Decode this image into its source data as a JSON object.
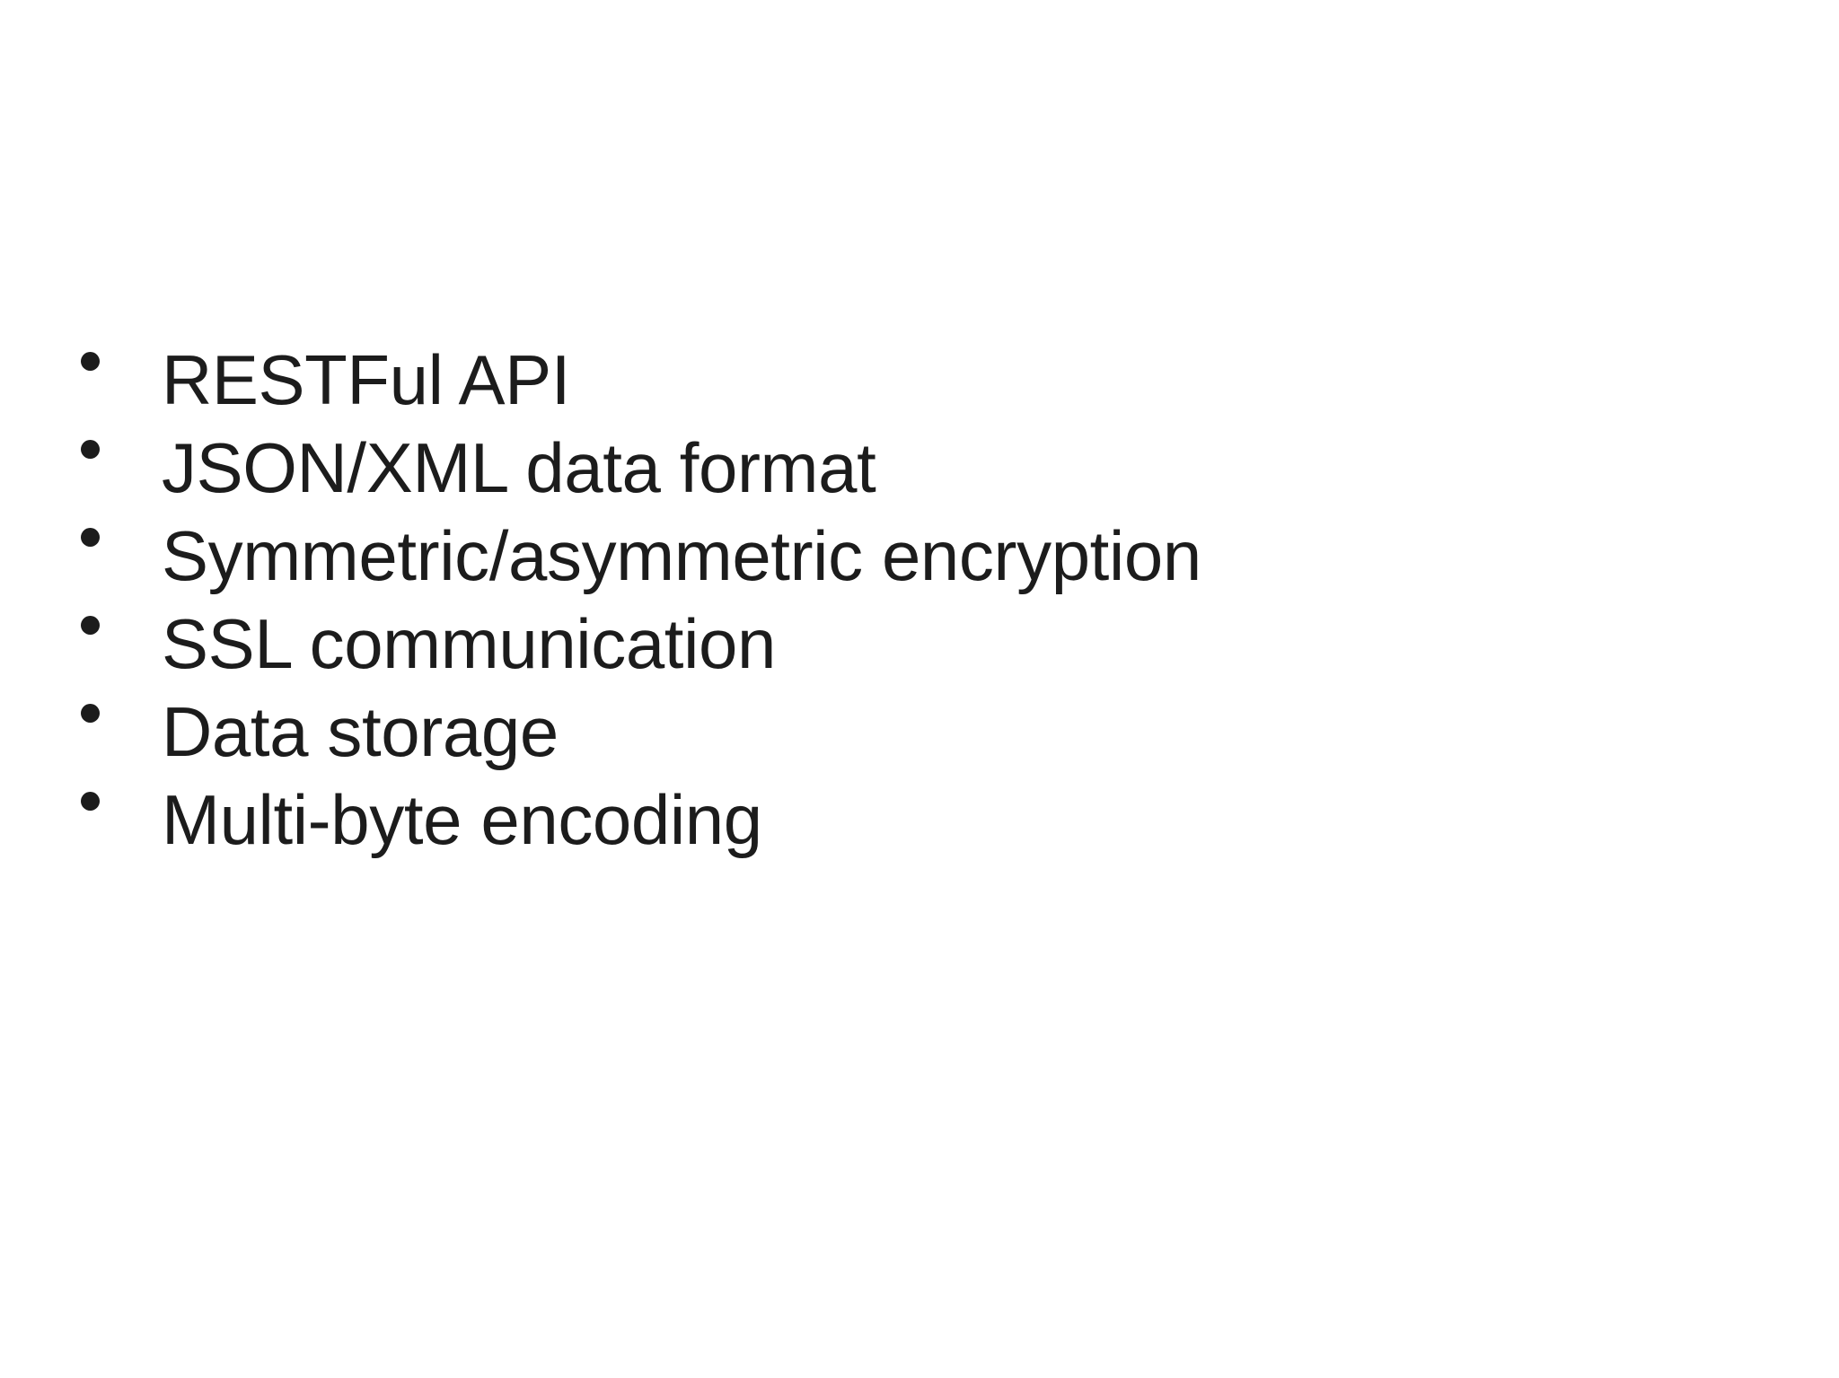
{
  "slide": {
    "background_color": "#ffffff",
    "text_color": "#1c1c1c",
    "bullet_color": "#1c1c1c",
    "bullet_glyph": "bullet-dot",
    "items": [
      {
        "label": "RESTFul API"
      },
      {
        "label": "JSON/XML data format"
      },
      {
        "label": "Symmetric/asymmetric encryption"
      },
      {
        "label": "SSL communication"
      },
      {
        "label": "Data storage"
      },
      {
        "label": "Multi-byte encoding"
      }
    ]
  }
}
